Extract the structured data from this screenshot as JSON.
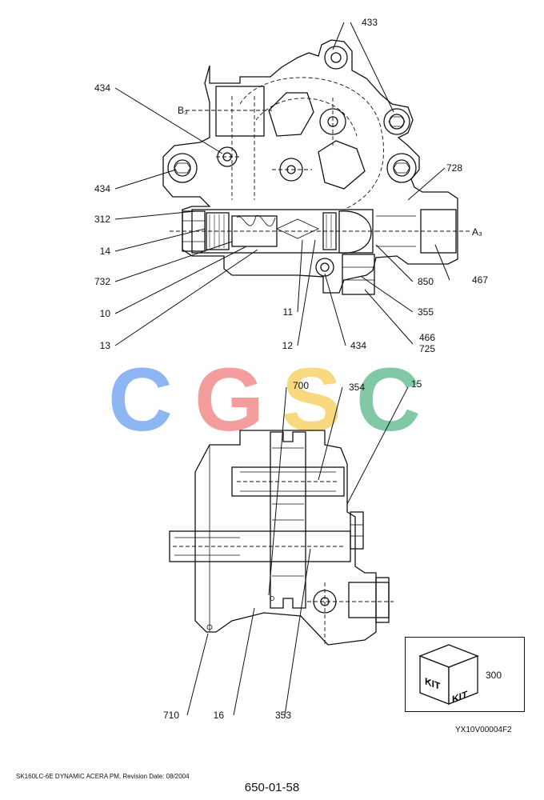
{
  "top_view": {
    "port_labels": {
      "b3": "B₃",
      "a3": "A₃"
    },
    "callouts": [
      "433",
      "434",
      "434",
      "312",
      "14",
      "732",
      "10",
      "13",
      "728",
      "850",
      "467",
      "355",
      "466",
      "725",
      "11",
      "12",
      "434"
    ]
  },
  "bottom_view": {
    "callouts": [
      "700",
      "354",
      "15",
      "710",
      "16",
      "353"
    ]
  },
  "watermark": {
    "letters": [
      "C",
      "G",
      "S",
      "C"
    ],
    "colors": [
      "#7aaaf0",
      "#f28c8c",
      "#f7d36b",
      "#6cbf97"
    ]
  },
  "kit": {
    "icon_text_1": "KIT",
    "icon_text_2": "KIT",
    "part_number": "300"
  },
  "drawing_code": "YX10V00004F2",
  "footer": {
    "revision_note": "SK160LC-6E DYNAMIC ACERA PM, Revision Date: 08/2004",
    "page_number": "650-01-58"
  }
}
